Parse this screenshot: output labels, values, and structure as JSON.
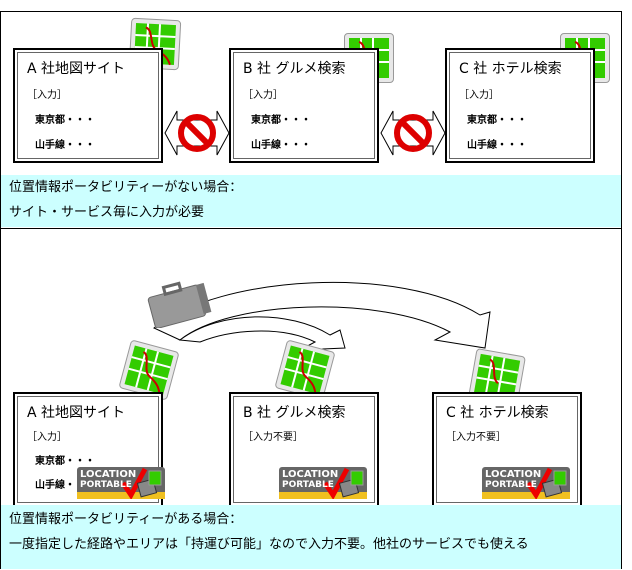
{
  "top": {
    "boxes": [
      {
        "title": "A 社地図サイト",
        "label": "［入力］",
        "line1": "東京都・・・",
        "line2": "山手線・・・"
      },
      {
        "title": "B 社 グルメ検索",
        "label": "［入力］",
        "line1": "東京都・・・",
        "line2": "山手線・・・"
      },
      {
        "title": "C 社 ホテル検索",
        "label": "［入力］",
        "line1": "東京都・・・",
        "line2": "山手線・・・"
      }
    ],
    "caption1": "位置情報ポータビリティーがない場合：",
    "caption2": "サイト・サービス毎に入力が必要"
  },
  "bottom": {
    "boxes": [
      {
        "title": "A 社地図サイト",
        "label": "［入力］",
        "line1": "東京都・・・",
        "line2": "山手線・"
      },
      {
        "title": "B 社 グルメ検索",
        "label": "［入力不要］"
      },
      {
        "title": "C 社 ホテル検索",
        "label": "［入力不要］"
      }
    ],
    "badge": {
      "line1": "LOCATION",
      "line2": "PORTABLE"
    },
    "caption1": "位置情報ポータビリティーがある場合：",
    "caption2": "一度指定した経路やエリアは「持運び可能」なので入力不要。他社のサービスでも使える"
  },
  "colors": {
    "band": "#ccffff",
    "map_green": "#33cc00",
    "prohibit": "#dd0000"
  }
}
